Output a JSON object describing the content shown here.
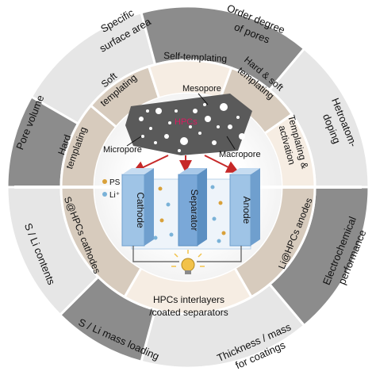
{
  "colors": {
    "outer_ring_dark": "#8c8c8c",
    "outer_ring_light": "#e6e6e6",
    "middle_ring": "#d7cbbd",
    "middle_ring_light": "#f6ede3",
    "divider": "#ffffff",
    "core_bg": "#ffffff",
    "arrow": "#c62828",
    "hpcs_label": "#d81b60",
    "battery_front": "#9fc4e6",
    "battery_side": "#6f9fce",
    "separator": "#7aa8d8",
    "ion_ps": "#d9a13a",
    "ion_li": "#7ab2d8",
    "bulb": "#f2c24a"
  },
  "outer_ring": {
    "specific_surface_area": [
      "Specific",
      "surface area"
    ],
    "order_degree": [
      "Order degree",
      "of pores"
    ],
    "heteroatom_doping": [
      "Hetroatom-",
      "doping"
    ],
    "electrochemical_performance": [
      "Electrochemical",
      "performance"
    ],
    "thickness_mass": [
      "Thickness / mass",
      "for coatings"
    ],
    "s_li_mass_loading": "S / Li mass loading",
    "s_li_contents": "S / Li contents",
    "pore_volume": "Pore volume"
  },
  "middle_ring": {
    "soft_templating": [
      "Soft",
      "templating"
    ],
    "self_templating": "Self-templating",
    "hard_soft_templating": [
      "Hard & soft",
      "templating"
    ],
    "templating_activation": [
      "Templating &",
      "activation"
    ],
    "hard_templating": [
      "Hard",
      "templating"
    ],
    "li_hpcs_anodes": "Li@HPCs anodes",
    "hpcs_interlayers": [
      "HPCs interlayers",
      "/coated separators"
    ],
    "s_hpcs_cathodes": "S@HPCs cathodes"
  },
  "core": {
    "mesopore": "Mesopore",
    "hpcs": "HPCs",
    "micropore": "Micropore",
    "macropore": "Macropore",
    "ps_ions": "PS ions",
    "li_ion": "Li⁺",
    "cathode": "Cathode",
    "separator": "Separator",
    "anode": "Anode"
  },
  "icons": [
    "light-bulb-icon"
  ]
}
